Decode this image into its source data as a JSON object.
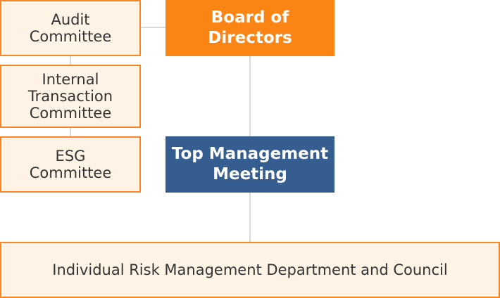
{
  "diagram": {
    "board": {
      "label": "Board of\nDirectors"
    },
    "top_management": {
      "label": "Top Management\nMeeting"
    },
    "committees": [
      {
        "label": "Audit\nCommittee"
      },
      {
        "label": "Internal\nTransaction\nCommittee"
      },
      {
        "label": "ESG\nCommittee"
      }
    ],
    "bottom": {
      "label": "Individual Risk Management Department and Council"
    }
  },
  "colors": {
    "board_fill": "#fa8414",
    "top_management_fill": "#355d8f",
    "committee_border": "#f5862a",
    "committee_fill": "#fff3e6",
    "connector": "#d9d9d9"
  }
}
